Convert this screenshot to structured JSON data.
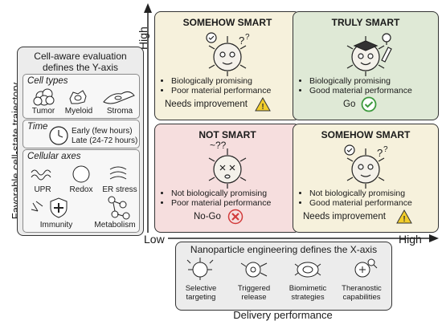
{
  "axes": {
    "y_label": "Favorable cell-state trajectory",
    "x_label": "Delivery performance",
    "y_high": "High",
    "x_low": "Low",
    "x_high": "High"
  },
  "left_panel": {
    "title": "Cell-aware evaluation defines the Y-axis",
    "cell_types": {
      "heading": "Cell types",
      "items": [
        "Tumor",
        "Myeloid",
        "Stroma"
      ]
    },
    "time": {
      "heading": "Time",
      "early": "Early (few hours)",
      "late": "Late (24-72 hours)"
    },
    "cellular_axes": {
      "heading": "Cellular axes",
      "items": [
        "UPR",
        "Redox",
        "ER stress",
        "Immunity",
        "Metabolism"
      ]
    }
  },
  "quadrants": {
    "top_left": {
      "title": "SOMEHOW SMART",
      "bullets": [
        "Biologically promising",
        "Poor material performance"
      ],
      "status": "Needs improvement",
      "status_icon": "warning-icon",
      "bg": "#f6f1dc"
    },
    "top_right": {
      "title": "TRULY SMART",
      "bullets": [
        "Biologically promising",
        "Good material performance"
      ],
      "status": "Go",
      "status_icon": "check-circle-icon",
      "bg": "#dfe9d6"
    },
    "bottom_left": {
      "title": "NOT SMART",
      "bullets": [
        "Not biologically promising",
        "Poor material performance"
      ],
      "status": "No-Go",
      "status_icon": "x-circle-icon",
      "bg": "#f6dede"
    },
    "bottom_right": {
      "title": "SOMEHOW SMART",
      "bullets": [
        "Not biologically promising",
        "Good material performance"
      ],
      "status": "Needs improvement",
      "status_icon": "warning-icon",
      "bg": "#f6f1dc"
    }
  },
  "bottom_panel": {
    "title": "Nanoparticle engineering defines the X-axis",
    "items": [
      "Selective targeting",
      "Triggered release",
      "Biomimetic strategies",
      "Theranostic capabilities"
    ]
  },
  "colors": {
    "warning": "#f2cd2a",
    "go": "#3c9a3c",
    "nogo": "#d23b3b",
    "virus": "#f4f1ea"
  }
}
